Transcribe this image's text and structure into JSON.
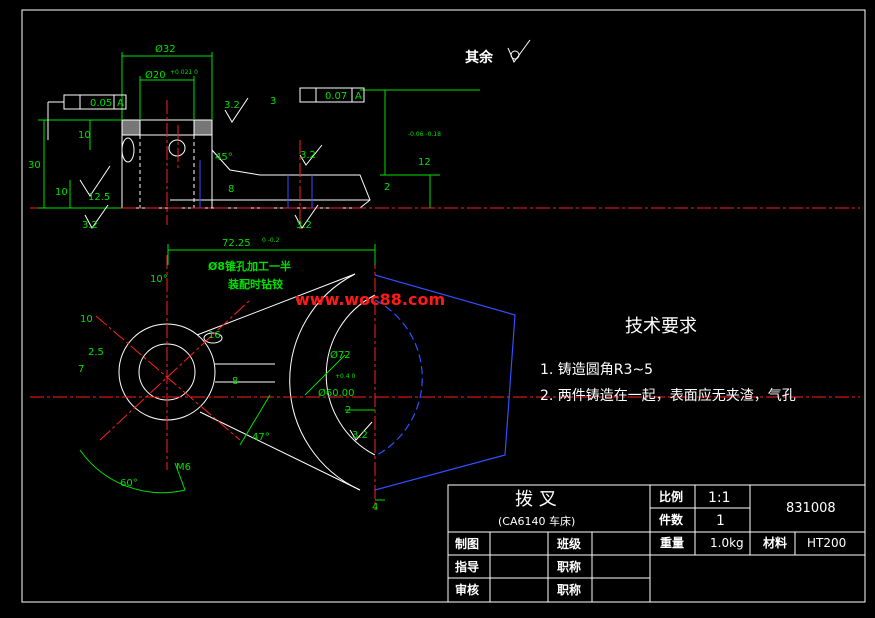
{
  "watermark": "www.woc88.com",
  "surface_note": "其余",
  "tech_req": {
    "title": "技术要求",
    "items": [
      "1. 铸造圆角R3~5",
      "2. 两件铸造在一起，表面应无夹渣，气孔"
    ]
  },
  "title_block": {
    "name": "拨   叉",
    "subtitle": "(CA6140 车床)",
    "scale_label": "比例",
    "scale_value": "1:1",
    "qty_label": "件数",
    "qty_value": "1",
    "drawing_no": "831008",
    "weight_label": "重量",
    "weight_value": "1.0kg",
    "material_label": "材料",
    "material_value": "HT200",
    "drawn_label": "制图",
    "guide_label": "指导",
    "review_label": "审核",
    "class_label": "班级",
    "title1_label": "职称",
    "title2_label": "职称"
  },
  "dims": {
    "d32": "Ø32",
    "d20": "Ø20",
    "d20_tol": "+0.021 0",
    "tol1": "0.05",
    "tol1_ref": "A",
    "tol2": "0.07",
    "tol2_ref": "A",
    "r32a": "3.2",
    "r32b": "3.2",
    "r32c": "3.2",
    "r32d": "3.2",
    "r32e": "3.2",
    "r125": "12.5",
    "v3": "3",
    "v30": "30",
    "v10a": "10",
    "v10b": "10",
    "v45": "45°",
    "v8a": "8",
    "v2a": "2",
    "v12": "12",
    "v12_tol": "-0.06 -0.18",
    "len": "72.25",
    "len_tol": "0 -0.2",
    "hole_note1": "Ø8锥孔加工一半",
    "hole_note2": "装配时钻铰",
    "angle10": "10°",
    "v10c": "10",
    "v7": "7",
    "v16": "16",
    "d72": "Ø72",
    "d60": "Ø60.00",
    "d60_tol": "+0.4 0",
    "v8b": "8",
    "v2b": "2",
    "v4": "4",
    "v47": "47°",
    "m6": "M6",
    "angle60": "60°",
    "v3_2f": "3.2",
    "r25": "2.5"
  },
  "colors": {
    "outline": "#ffffff",
    "dimension": "#00e000",
    "center": "#ff2020",
    "phantom": "#3050ff",
    "watermark": "#ff1a1a",
    "frame": "#ffffff"
  }
}
